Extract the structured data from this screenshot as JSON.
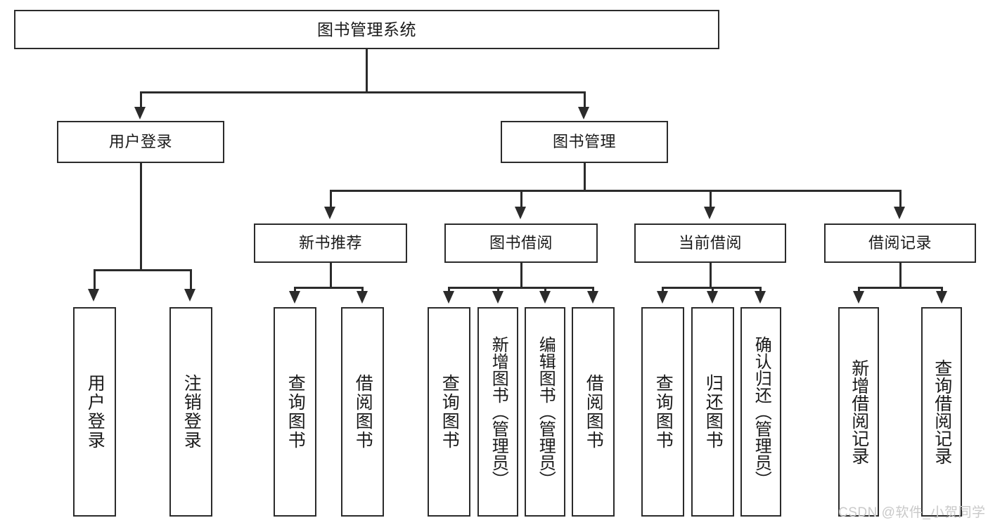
{
  "diagram": {
    "title": "图书管理系统",
    "type": "hierarchy-tree",
    "levels": 4,
    "root": {
      "id": "root",
      "label": "图书管理系统"
    },
    "level1": [
      {
        "id": "user-login",
        "label": "用户登录"
      },
      {
        "id": "book-management",
        "label": "图书管理"
      }
    ],
    "level2": [
      {
        "id": "new-book-recommend",
        "label": "新书推荐"
      },
      {
        "id": "book-borrow",
        "label": "图书借阅"
      },
      {
        "id": "current-borrow",
        "label": "当前借阅"
      },
      {
        "id": "borrow-record",
        "label": "借阅记录"
      }
    ],
    "leaves": {
      "user_login": [
        {
          "id": "leaf-user-login",
          "label": "用户登录"
        },
        {
          "id": "leaf-logout-login",
          "label": "注销登录"
        }
      ],
      "new_book_recommend": [
        {
          "id": "leaf-query-book-1",
          "label": "查询图书"
        },
        {
          "id": "leaf-borrow-book-1",
          "label": "借阅图书"
        }
      ],
      "book_borrow": [
        {
          "id": "leaf-query-book-2",
          "label": "查询图书"
        },
        {
          "id": "leaf-add-book",
          "label": "新增图书（管理员）"
        },
        {
          "id": "leaf-edit-book",
          "label": "编辑图书（管理员）"
        },
        {
          "id": "leaf-borrow-book-2",
          "label": "借阅图书"
        }
      ],
      "current_borrow": [
        {
          "id": "leaf-query-book-3",
          "label": "查询图书"
        },
        {
          "id": "leaf-return-book",
          "label": "归还图书"
        },
        {
          "id": "leaf-confirm-return",
          "label": "确认归还（管理员）"
        }
      ],
      "borrow_record": [
        {
          "id": "leaf-add-record",
          "label": "新增借阅记录"
        },
        {
          "id": "leaf-query-record",
          "label": "查询借阅记录"
        }
      ]
    }
  },
  "watermark": {
    "text": "CSDN @软件_小贺同学"
  },
  "colors": {
    "stroke": "#2b2b2b",
    "background": "#ffffff",
    "text": "#1a1a1a",
    "watermark": "#c9c9c9"
  }
}
